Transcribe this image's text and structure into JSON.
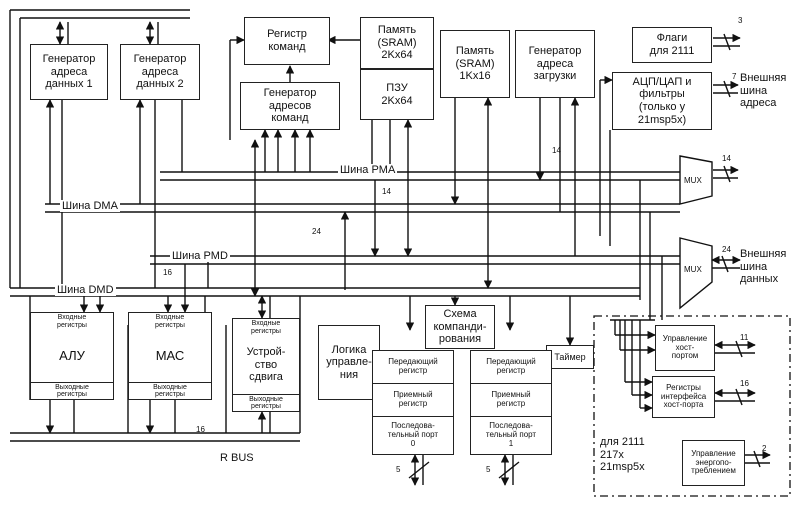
{
  "blocks": {
    "dag1": "Генератор\nадреса\nданных 1",
    "dag2": "Генератор\nадреса\nданных 2",
    "instr_reg": "Регистр\nкоманд",
    "sram_prog": "Память\n(SRAM)\n2Kx64",
    "rom": "ПЗУ\n2Kx64",
    "sram_data": "Память\n(SRAM)\n1Kx16",
    "boot_gen": "Генератор\nадреса\nзагрузки",
    "flags": "Флаги\nдля 2111",
    "adc": "АЦП/ЦАП и\nфильтры\n(только у\n21msp5x)",
    "pc_gen": "Генератор\nадресов\nкоманд",
    "alu": "АЛУ",
    "mac": "МАС",
    "shifter": "Устрой-\nство\nсдвига",
    "control": "Логика\nуправле-\nния",
    "companding": "Схема\nкомпанди-\nрования",
    "timer": "Таймер",
    "host_ctrl": "Управление\nхост-\nпортом",
    "host_regs": "Регистры\nинтерфейса\nхост-порта",
    "power": "Управление\nэнергопо-\nтреблением"
  },
  "sub": {
    "in_regs": "Входные\nрегистры",
    "out_regs": "Выходные\nрегистры",
    "tx": "Передающий\nрегистр",
    "rx": "Приемный\nрегистр",
    "sport0": "Последова-\nтельный порт\n0",
    "sport1": "Последова-\nтельный порт\n1"
  },
  "buses": {
    "pma": "Шина PMA",
    "dma": "Шина DMA",
    "pmd": "Шина PMD",
    "dmd": "Шина DMD",
    "rbus": "R BUS"
  },
  "labels": {
    "ext_addr": "Внешняя\nшина\nадреса",
    "ext_data": "Внешняя\nшина\nданных",
    "for_2111": "для 2111\n217x\n21msp5x",
    "mux": "MUX"
  },
  "widths": {
    "w3": "3",
    "w7": "7",
    "w14a": "14",
    "w14b": "14",
    "w14c": "14",
    "w24a": "24",
    "w24b": "24",
    "w16a": "16",
    "w16b": "16",
    "w11": "11",
    "w16c": "16",
    "w2": "2",
    "w5a": "5",
    "w5b": "5"
  }
}
